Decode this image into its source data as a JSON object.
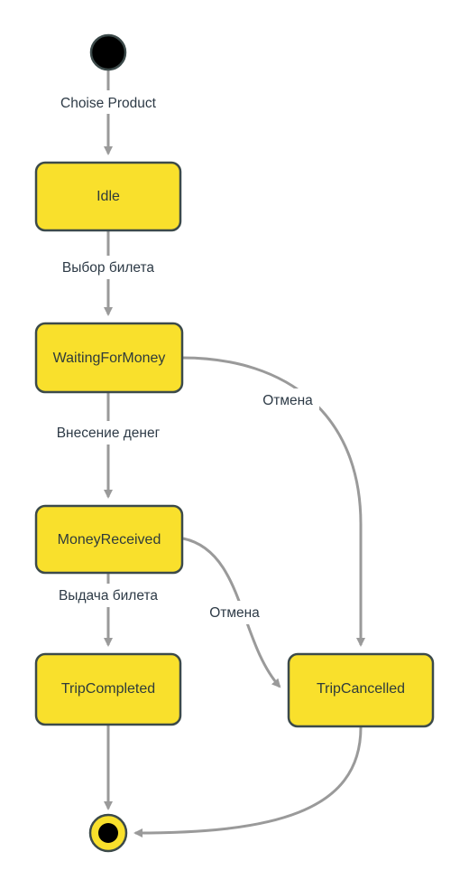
{
  "diagram": {
    "type": "state-machine",
    "states": {
      "idle": "Idle",
      "waiting": "WaitingForMoney",
      "received": "MoneyReceived",
      "completed": "TripCompleted",
      "cancelled": "TripCancelled"
    },
    "transitions": {
      "choose_product": "Choise Product",
      "select_ticket": "Выбор билета",
      "deposit_money": "Внесение денег",
      "issue_ticket": "Выдача билета",
      "cancel_from_waiting": "Отмена",
      "cancel_from_received": "Отмена"
    },
    "colors": {
      "state_fill": "#f9e02c",
      "state_border": "#3c4a4a",
      "edge": "#9a9a9a",
      "initial_node": "#000000",
      "final_ring": "#f9e02c"
    }
  }
}
